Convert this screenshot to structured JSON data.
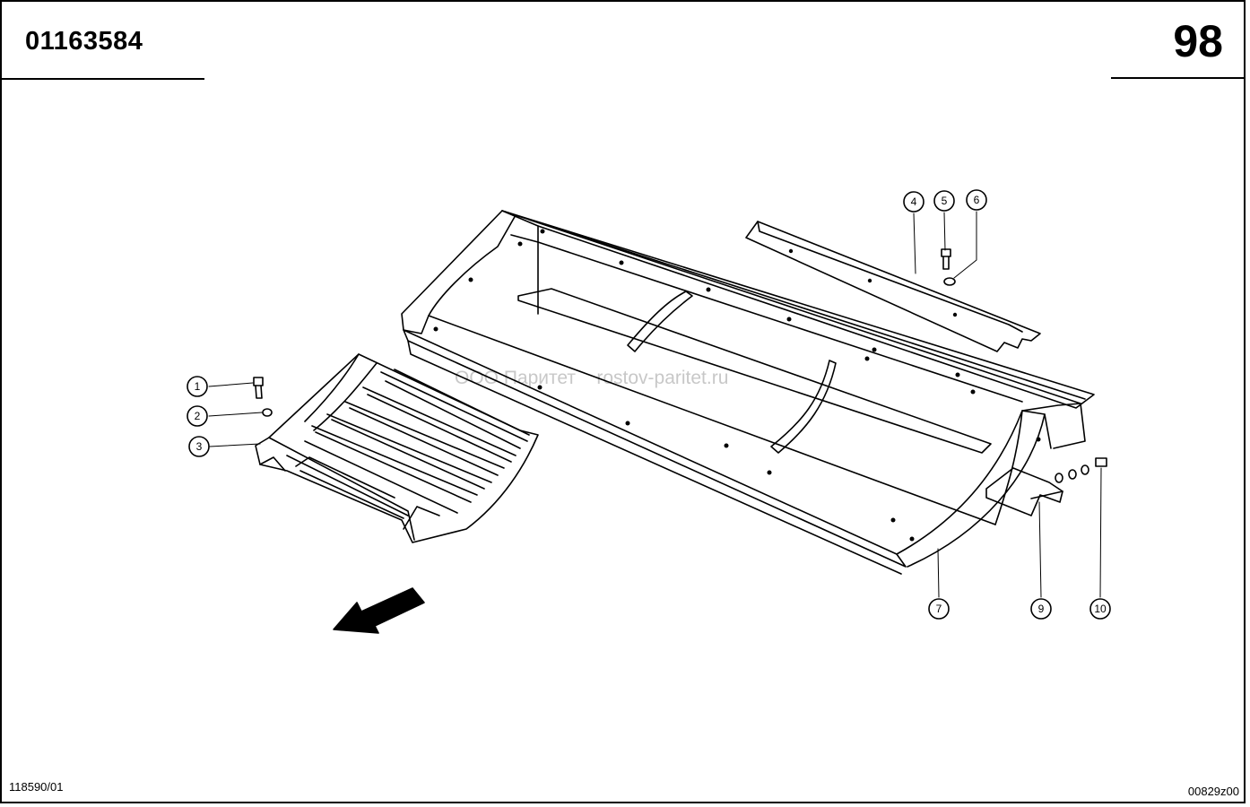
{
  "header": {
    "doc_number": "01163584",
    "page_number": "98"
  },
  "footer": {
    "drawing_ref_left": "118590/01",
    "drawing_ref_right": "00829z00"
  },
  "watermark": "ООО Паритет    rostov-paritet.ru",
  "callouts": [
    "1",
    "2",
    "3",
    "4",
    "5",
    "6",
    "7",
    "9",
    "10"
  ]
}
